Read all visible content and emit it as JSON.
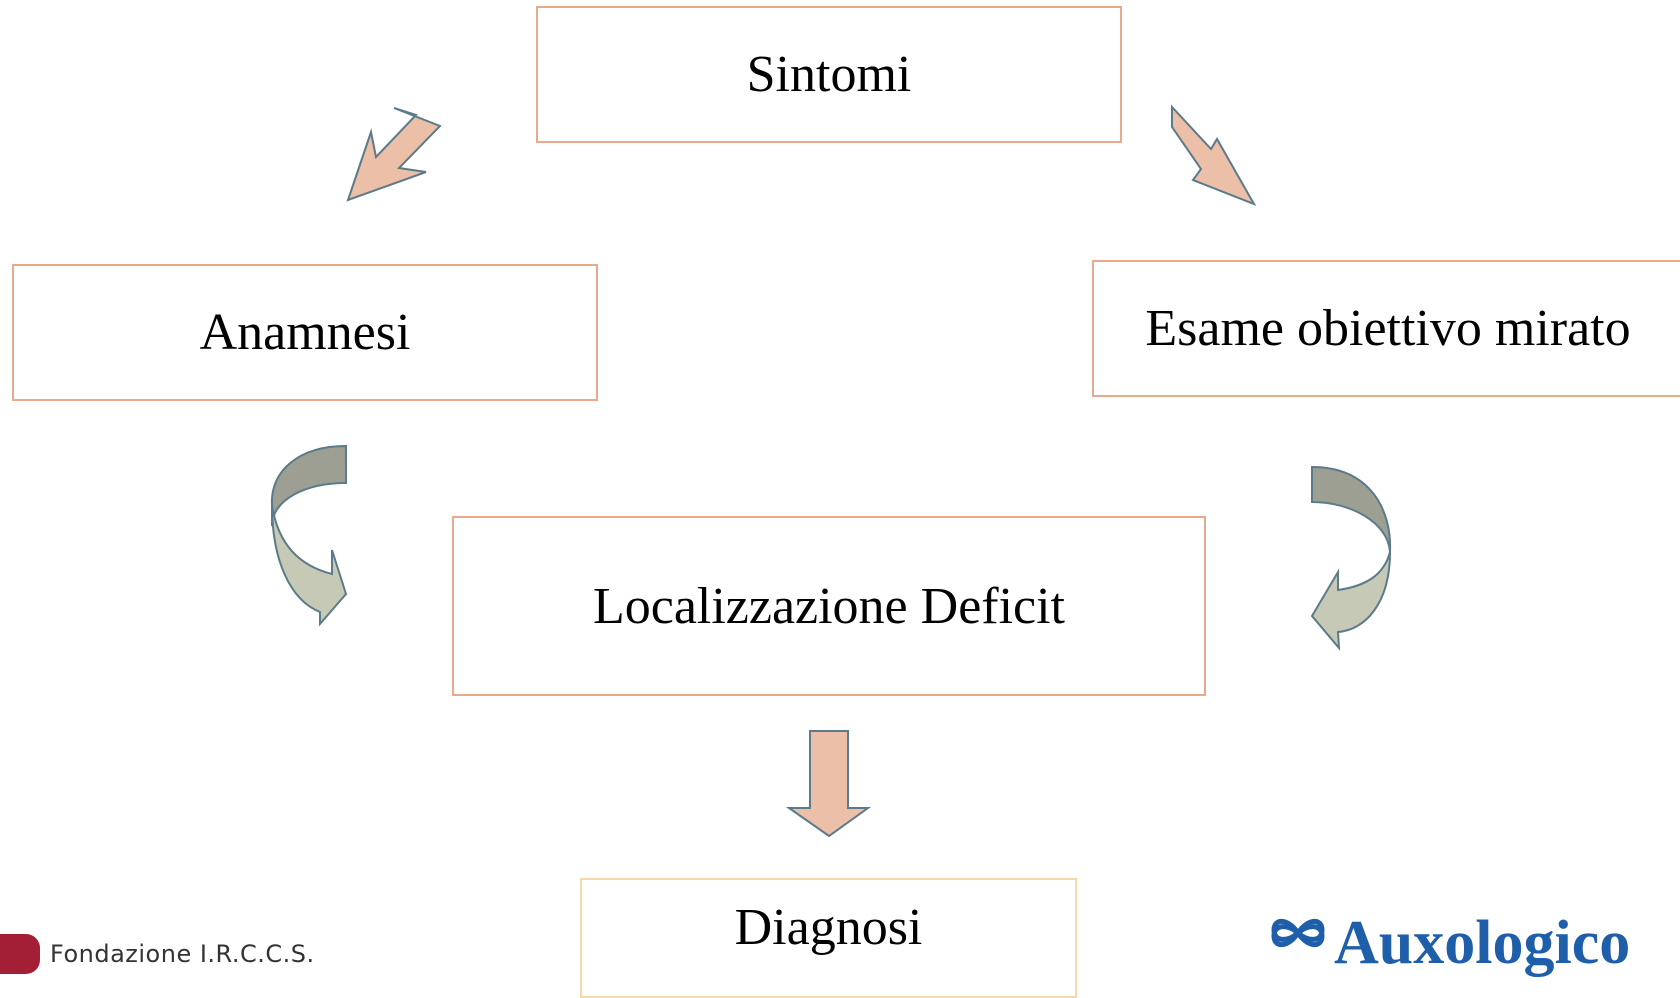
{
  "nodes": {
    "sintomi": "Sintomi",
    "anamnesi": "Anamnesi",
    "esame": "Esame obiettivo mirato",
    "localizzazione": "Localizzazione Deficit",
    "diagnosi": "Diagnosi"
  },
  "logos": {
    "left_text": "Fondazione I.R.C.C.S.",
    "right_text": "Auxologico"
  },
  "colors": {
    "box_border": "#eba98b",
    "diagnosi_border": "#f6d9a8",
    "arrow_fill": "#ebbfa8",
    "arrow_stroke": "#5b7a8a",
    "curved_dark": "#9c9f92",
    "curved_light": "#c6c9b5",
    "logo_left": "#a31f36",
    "logo_right": "#1f5ea8"
  }
}
